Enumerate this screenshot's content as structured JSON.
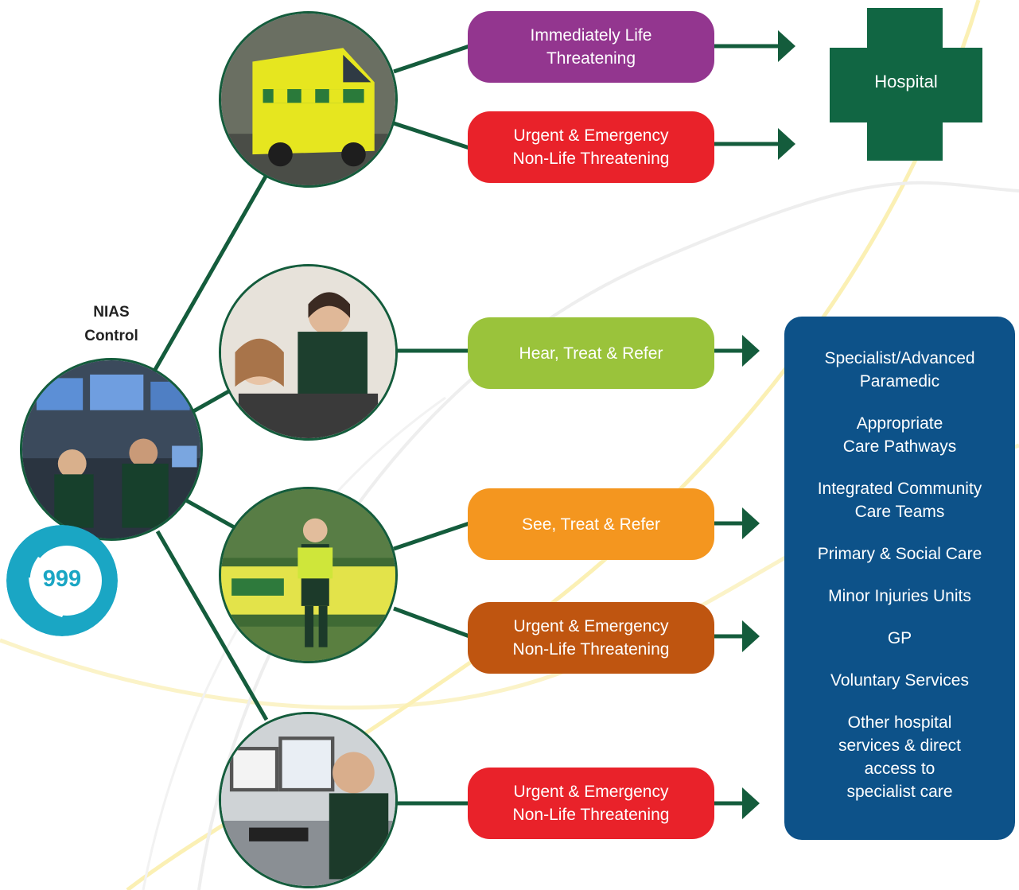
{
  "diagram": {
    "control": {
      "label": "NIAS\nControl",
      "badge": "999"
    },
    "outcomes": [
      {
        "id": "immediately-life-threatening",
        "label": "Immediately Life\nThreatening",
        "color": "#93368f"
      },
      {
        "id": "urgent-emergency-1",
        "label": "Urgent & Emergency\nNon-Life Threatening",
        "color": "#e9222a"
      },
      {
        "id": "hear-treat-refer",
        "label": "Hear, Treat & Refer",
        "color": "#9ac33b"
      },
      {
        "id": "see-treat-refer",
        "label": "See, Treat & Refer",
        "color": "#f4961f"
      },
      {
        "id": "urgent-emergency-2",
        "label": "Urgent & Emergency\nNon-Life Threatening",
        "color": "#bf5510"
      },
      {
        "id": "urgent-emergency-3",
        "label": "Urgent & Emergency\nNon-Life Threatening",
        "color": "#e9222a"
      }
    ],
    "hospital": {
      "label": "Hospital",
      "color": "#116643"
    },
    "services": {
      "color": "#0d5289",
      "items": [
        "Specialist/Advanced\nParamedic",
        "Appropriate\nCare Pathways",
        "Integrated Community\nCare Teams",
        "Primary & Social Care",
        "Minor Injuries Units",
        "GP",
        "Voluntary Services",
        "Other hospital\nservices & direct\naccess to\nspecialist care"
      ]
    },
    "colors": {
      "connector": "#145c3c",
      "arrow": "#145c3c",
      "badge": "#1aa6c4"
    }
  }
}
